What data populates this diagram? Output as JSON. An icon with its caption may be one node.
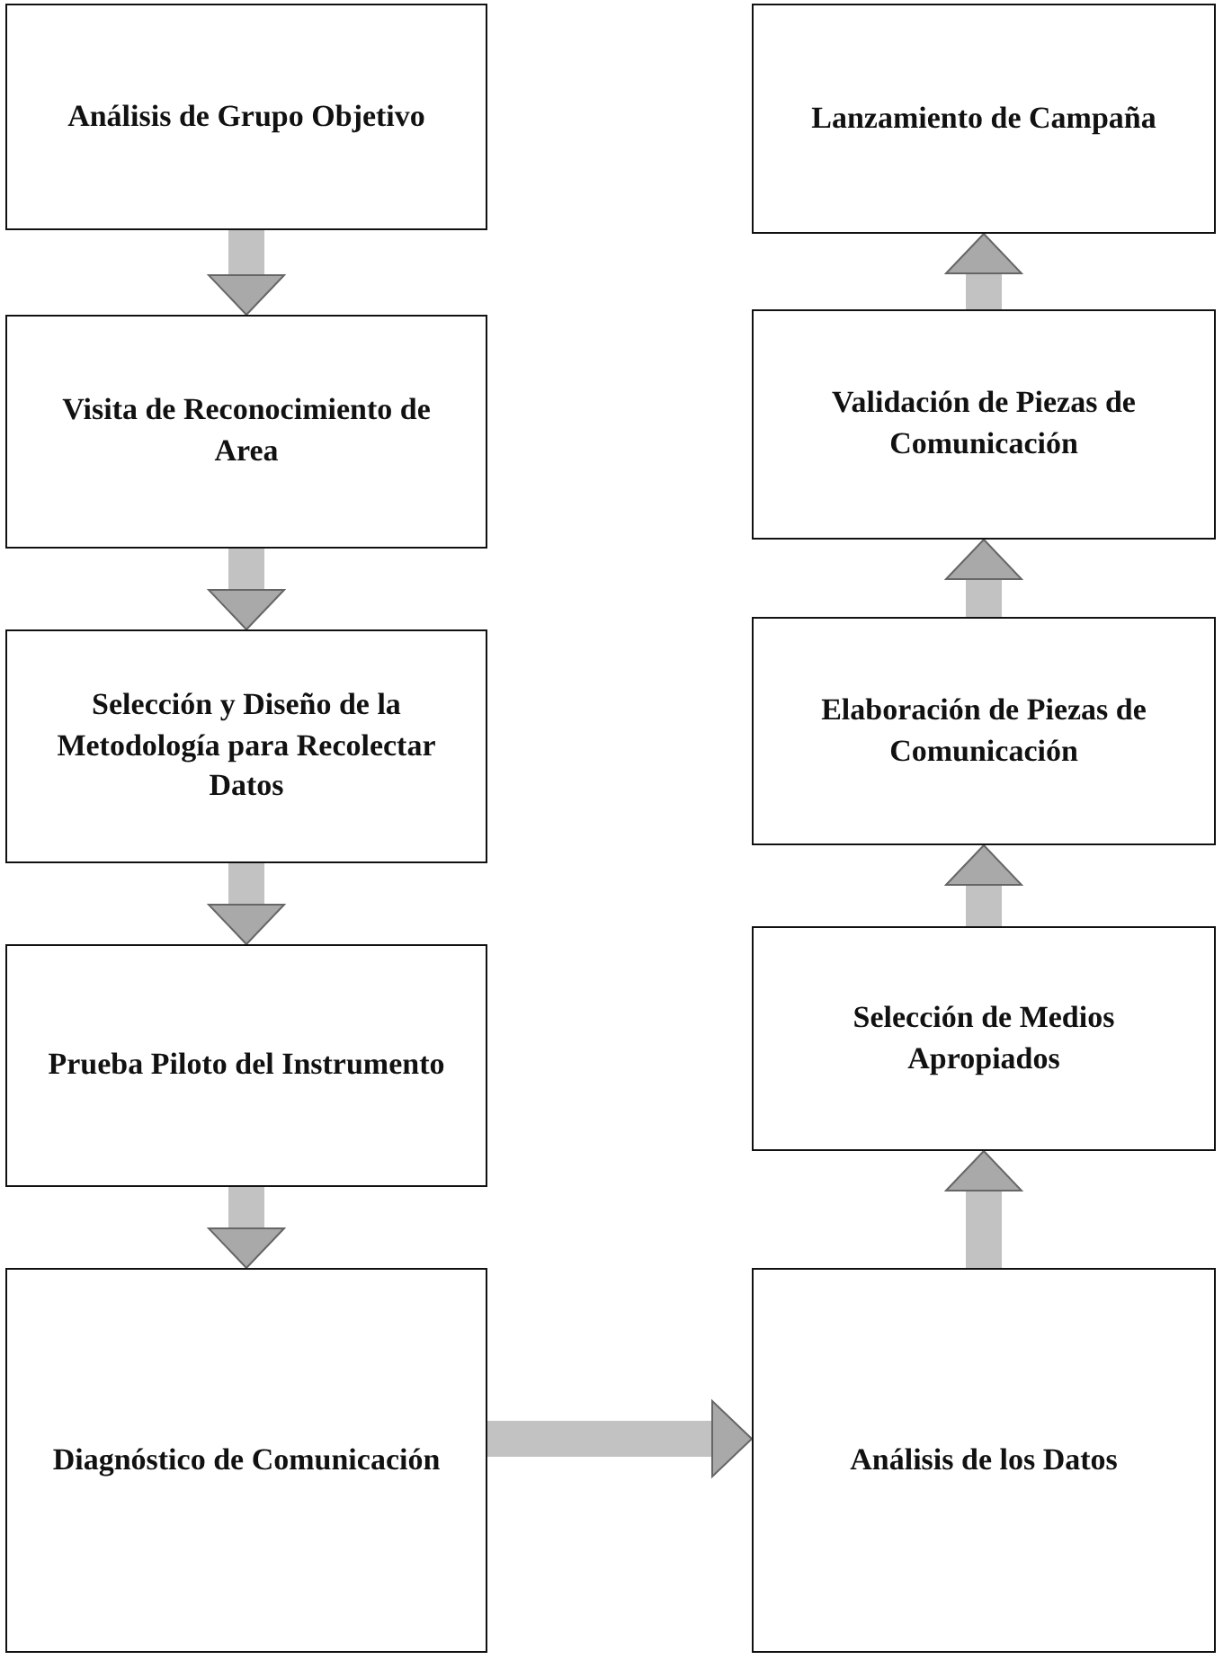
{
  "diagram": {
    "nodes": [
      {
        "text": [
          "Análisis de Grupo Objetivo"
        ]
      },
      {
        "text": [
          "Visita de Reconocimiento de Area"
        ]
      },
      {
        "text": [
          "Selección y Diseño de la Metodología para Recolectar Datos"
        ]
      },
      {
        "text": [
          "Prueba Piloto del Instrumento"
        ]
      },
      {
        "text": [
          "Diagnóstico de Comunicación"
        ]
      },
      {
        "text": [
          "Lanzamiento de Campaña"
        ]
      },
      {
        "text": [
          "Validación de Piezas de Comunicación"
        ]
      },
      {
        "text": [
          "Elaboración de Piezas de Comunicación"
        ]
      },
      {
        "text": [
          "Selección de Medios Apropiados"
        ]
      },
      {
        "text": [
          "Análisis de los Datos"
        ]
      }
    ],
    "edges": [
      {
        "from": 0,
        "to": 1,
        "arrow": "to"
      },
      {
        "from": 1,
        "to": 2,
        "arrow": "to"
      },
      {
        "from": 2,
        "to": 3,
        "arrow": "to"
      },
      {
        "from": 3,
        "to": 4,
        "arrow": "to"
      },
      {
        "from": 4,
        "to": 9,
        "arrow": "to"
      },
      {
        "from": 9,
        "to": 8,
        "arrow": "to"
      },
      {
        "from": 8,
        "to": 7,
        "arrow": "to"
      },
      {
        "from": 7,
        "to": 6,
        "arrow": "to"
      },
      {
        "from": 6,
        "to": 5,
        "arrow": "to"
      }
    ]
  }
}
